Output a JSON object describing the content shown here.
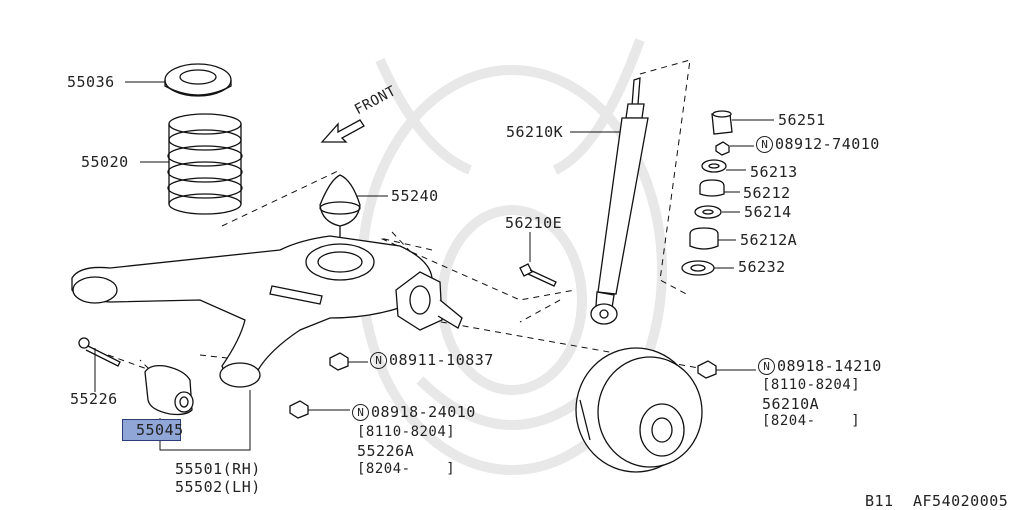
{
  "parts": {
    "p55036": "55036",
    "p55020": "55020",
    "p55240": "55240",
    "p56210K": "56210K",
    "p56210E": "56210E",
    "p56251": "56251",
    "p56213": "56213",
    "p56212": "56212",
    "p56214": "56214",
    "p56212A": "56212A",
    "p56232": "56232",
    "p55226": "55226",
    "p55045": "55045",
    "p55501": "55501(RH)",
    "p55502": "55502(LH)",
    "p55226A": "55226A",
    "p56210A": "56210A"
  },
  "nuts": {
    "n08912": {
      "badge": "N",
      "number": "08912-74010"
    },
    "n08911": {
      "badge": "N",
      "number": "08911-10837"
    },
    "n08918a": {
      "badge": "N",
      "number": "08918-24010"
    },
    "n08918b": {
      "badge": "N",
      "number": "08918-14210"
    }
  },
  "dates": {
    "d1": "[8110-8204]",
    "d2": "[8204-    ]",
    "d3": "[8110-8204]",
    "d4": "[8204-    ]"
  },
  "front_label": "FRONT",
  "footer": {
    "model": "B11",
    "code": "AF54020005"
  },
  "highlight_color": "#8fa6d6"
}
